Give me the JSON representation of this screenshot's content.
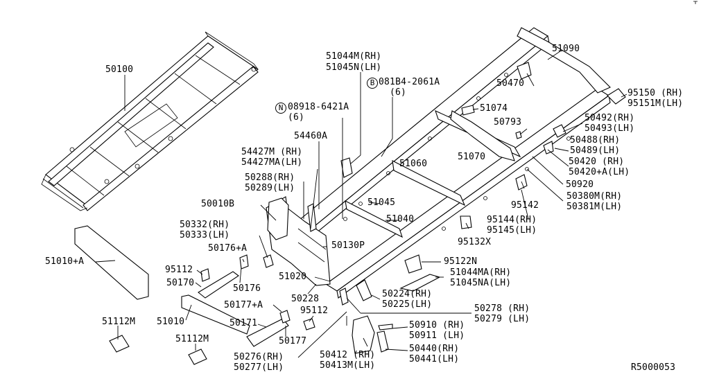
{
  "diagram_id": "R5000053",
  "labels": {
    "p50100": "50100",
    "p51090": "51090",
    "p51044m": "51044M(RH)",
    "p51045n": "51045N(LH)",
    "p081b4": "081B4-2061A",
    "p081b4_qty": "(6)",
    "p08918": "08918-6421A",
    "p08918_qty": "(6)",
    "p50470": "50470",
    "p95150": "95150 (RH)",
    "p95151m": "95151M(LH)",
    "p51074": "51074",
    "p50492": "50492(RH)",
    "p50493": "50493(LH)",
    "p50793": "50793",
    "p50488": "50488(RH)",
    "p50489": "50489(LH)",
    "p54460a": "54460A",
    "p51070": "51070",
    "p50420": "50420  (RH)",
    "p50420a": "50420+A(LH)",
    "p54427m": "54427M  (RH)",
    "p54427ma": "54427MA(LH)",
    "p51060": "51060",
    "p50920": "50920",
    "p50288": "50288(RH)",
    "p50289": "50289(LH)",
    "p95142": "95142",
    "p50380m": "50380M(RH)",
    "p50381m": "50381M(LH)",
    "p50010b": "50010B",
    "p51045": "51045",
    "p95144": "95144(RH)",
    "p95145": "95145(LH)",
    "p50332": "50332(RH)",
    "p50333": "50333(LH)",
    "p51040": "51040",
    "p95132x": "95132X",
    "p50176a": "50176+A",
    "p50130p": "50130P",
    "p51010a": "51010+A",
    "p95122n": "95122N",
    "p95112a": "95112",
    "p51044ma": "51044MA(RH)",
    "p51045na": "51045NA(LH)",
    "p50170": "50170",
    "p50176": "50176",
    "p51020": "51020",
    "p50228": "50228",
    "p50224": "50224(RH)",
    "p50225": "50225(LH)",
    "p95112b": "95112",
    "p50177a": "50177+A",
    "p50278": "50278 (RH)",
    "p50279": "50279 (LH)",
    "p51010": "51010",
    "p50171": "50171",
    "p51112m_a": "51112M",
    "p50910": "50910 (RH)",
    "p50911": "50911 (LH)",
    "p50177": "50177",
    "p51112m_b": "51112M",
    "p50440": "50440(RH)",
    "p50441": "50441(LH)",
    "p50276": "50276(RH)",
    "p50277": "50277(LH)",
    "p50412": "50412  (RH)",
    "p50413m": "50413M(LH)"
  },
  "symbols": {
    "bolt_marker": "B",
    "nut_marker": "N"
  }
}
